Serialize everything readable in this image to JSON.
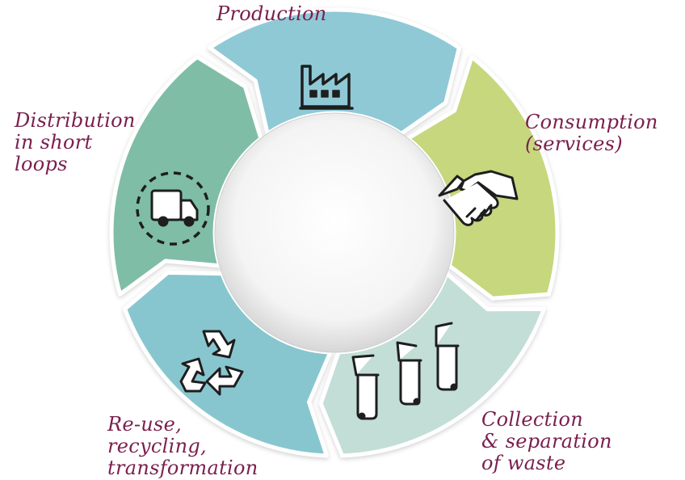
{
  "stages": [
    {
      "id": "production",
      "lines": [
        "Production"
      ],
      "color": "#8fc9d6",
      "icon": "factory-icon"
    },
    {
      "id": "consumption",
      "lines": [
        "Consumption",
        "(services)"
      ],
      "color": "#c6d77e",
      "icon": "handshake-icon"
    },
    {
      "id": "collection",
      "lines": [
        "Collection",
        "& separation",
        "of waste"
      ],
      "color": "#c2ded7",
      "icon": "trash-bins-icon"
    },
    {
      "id": "reuse",
      "lines": [
        "Re-use,",
        "recycling,",
        "transformation"
      ],
      "color": "#88c6cf",
      "icon": "recycle-icon"
    },
    {
      "id": "distribution",
      "lines": [
        "Distribution",
        "in short",
        "loops"
      ],
      "color": "#7fbda7",
      "icon": "delivery-truck-icon"
    }
  ],
  "colors": {
    "label_text": "#7a1f4e",
    "icon_stroke": "#1e1e1e",
    "ring_edge": "#ffffff",
    "center_hole": "#ffffff"
  }
}
